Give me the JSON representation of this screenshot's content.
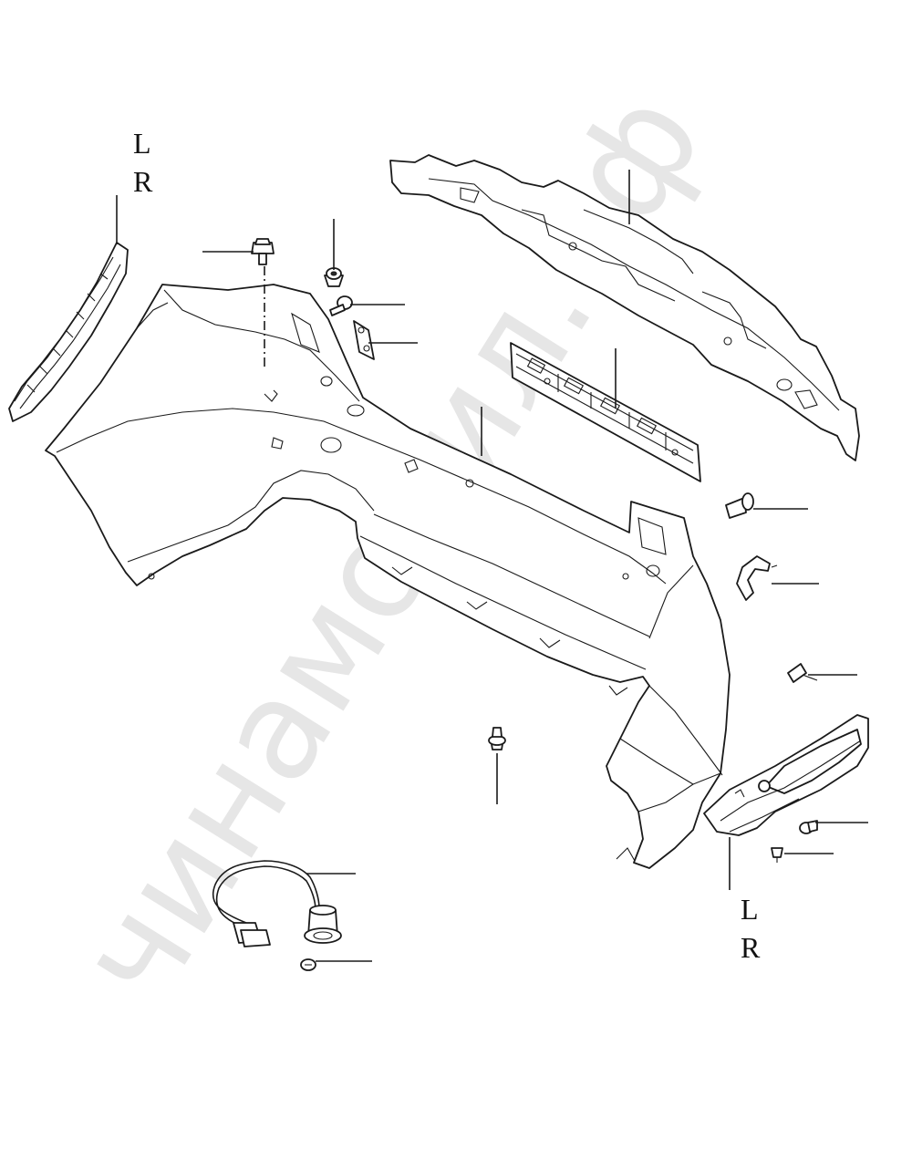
{
  "watermark": "чинамобил.рф",
  "side_labels_left": {
    "top": "L",
    "bottom": "R"
  },
  "side_labels_right": {
    "top": "L",
    "bottom": "R"
  },
  "parts": [
    "bracket-left-right",
    "clip-nut",
    "push-clip",
    "screw-washer",
    "retainer-plate",
    "energy-absorber",
    "license-plate-bracket",
    "rear-bumper-cover",
    "bolt",
    "sensor-ring",
    "bolt-small",
    "reflector-lamp-left-right",
    "bulb",
    "screw",
    "push-rivet",
    "parking-sensor-harness",
    "parking-sensor",
    "tapping-screw"
  ]
}
